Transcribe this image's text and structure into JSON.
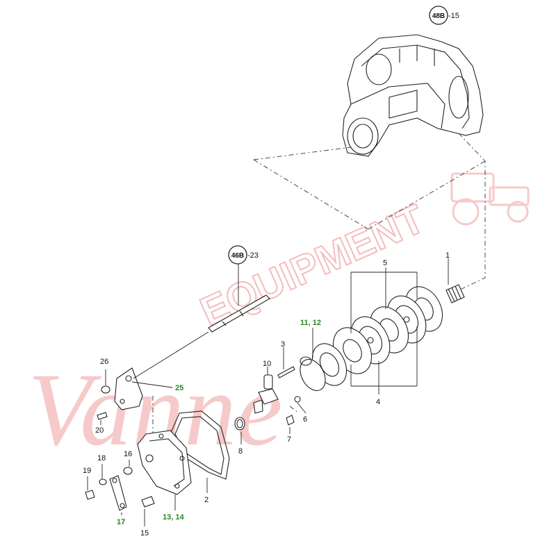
{
  "watermark": {
    "script_text": "Vanne",
    "block_text": "EQUIPMENT"
  },
  "references": [
    {
      "id": "ref-48b",
      "circle": "48B",
      "suffix": "-15"
    },
    {
      "id": "ref-46b",
      "circle": "46B",
      "suffix": "-23"
    }
  ],
  "callouts": [
    {
      "id": "1",
      "text": "1",
      "highlight": false
    },
    {
      "id": "2",
      "text": "2",
      "highlight": false
    },
    {
      "id": "3",
      "text": "3",
      "highlight": false
    },
    {
      "id": "4",
      "text": "4",
      "highlight": false
    },
    {
      "id": "5",
      "text": "5",
      "highlight": false
    },
    {
      "id": "6",
      "text": "6",
      "highlight": false
    },
    {
      "id": "7",
      "text": "7",
      "highlight": false
    },
    {
      "id": "8",
      "text": "8",
      "highlight": false
    },
    {
      "id": "10",
      "text": "10",
      "highlight": false
    },
    {
      "id": "11-12",
      "text": "11, 12",
      "highlight": true
    },
    {
      "id": "13-14",
      "text": "13, 14",
      "highlight": true
    },
    {
      "id": "15",
      "text": "15",
      "highlight": false
    },
    {
      "id": "16",
      "text": "16",
      "highlight": false
    },
    {
      "id": "17",
      "text": "17",
      "highlight": true
    },
    {
      "id": "18",
      "text": "18",
      "highlight": false
    },
    {
      "id": "19",
      "text": "19",
      "highlight": false
    },
    {
      "id": "20",
      "text": "20",
      "highlight": false
    },
    {
      "id": "25",
      "text": "25",
      "highlight": true
    },
    {
      "id": "26",
      "text": "26",
      "highlight": false
    }
  ],
  "colors": {
    "line": "#222222",
    "highlight_label": "#1f8a1f",
    "watermark": "#f0a0a0"
  }
}
